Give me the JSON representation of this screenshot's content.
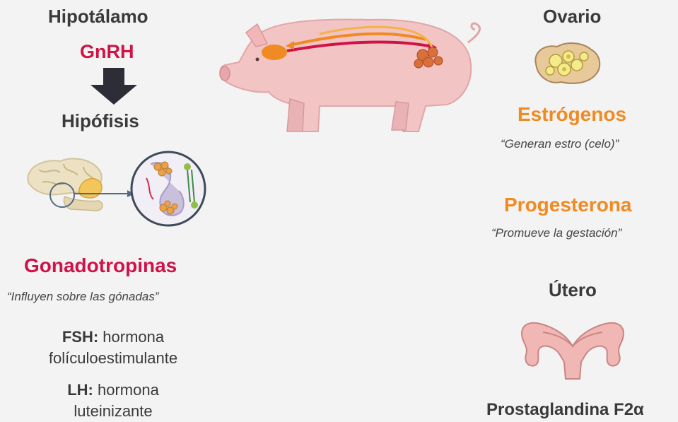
{
  "left": {
    "hypothalamus": "Hipotálamo",
    "gnrh": "GnRH",
    "pituitary": "Hipófisis",
    "gonadotropins": "Gonadotropinas",
    "gonadotropins_note": "“Influyen sobre las gónadas”",
    "fsh_abbr": "FSH:",
    "fsh_word": "hormona",
    "fsh_name": "folículoestimulante",
    "lh_abbr": "LH:",
    "lh_word": "hormona",
    "lh_name": "luteinizante"
  },
  "right": {
    "ovary": "Ovario",
    "estrogens": "Estrógenos",
    "estrogens_note": "“Generan estro (celo)”",
    "progesterone": "Progesterona",
    "progesterone_note": "“Promueve la gestación”",
    "uterus": "Útero",
    "prostaglandin": "Prostaglandina F2α"
  },
  "colors": {
    "red": "#d01347",
    "orange": "#f08a22",
    "dark": "#3a3a3a"
  },
  "icons": [
    "down-arrow-icon",
    "brain-icon",
    "pituitary-zoom-icon",
    "pig-illustration",
    "ovary-icon",
    "uterus-icon"
  ]
}
